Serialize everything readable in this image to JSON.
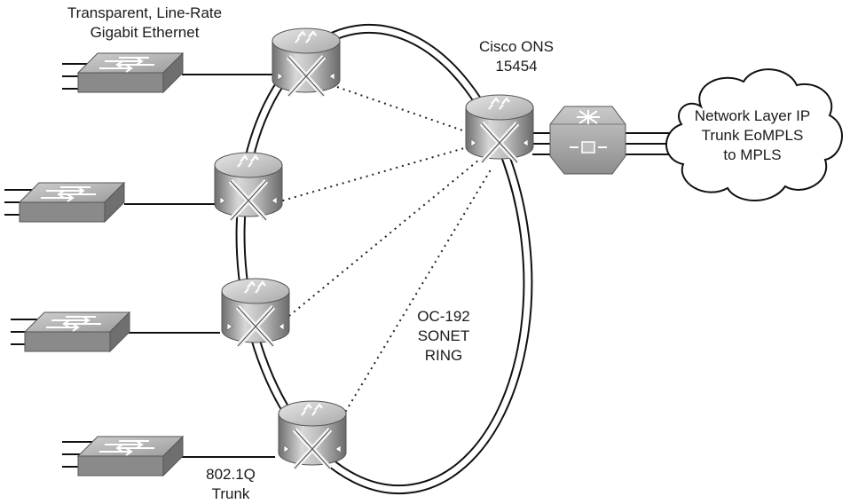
{
  "labels": {
    "switch_group": [
      "Transparent, Line-Rate",
      "Gigabit Ethernet"
    ],
    "hub_node": [
      "Cisco ONS",
      "15454"
    ],
    "cloud": [
      "Network Layer IP",
      "Trunk EoMPLS",
      "to MPLS"
    ],
    "ring": [
      "OC-192",
      "SONET",
      "RING"
    ],
    "trunk": [
      "802.1Q",
      "Trunk"
    ]
  },
  "icons": {
    "ring_node": "optical-cross-connect-router-icon",
    "access_switch": "workgroup-switch-icon",
    "edge_device": "atm-mpls-switch-icon",
    "cloud": "cloud-icon"
  },
  "colors": {
    "device_gray": "#9a9a9a",
    "device_light": "#c8c8c8",
    "line": "#111111",
    "text": "#1a1a1a"
  }
}
